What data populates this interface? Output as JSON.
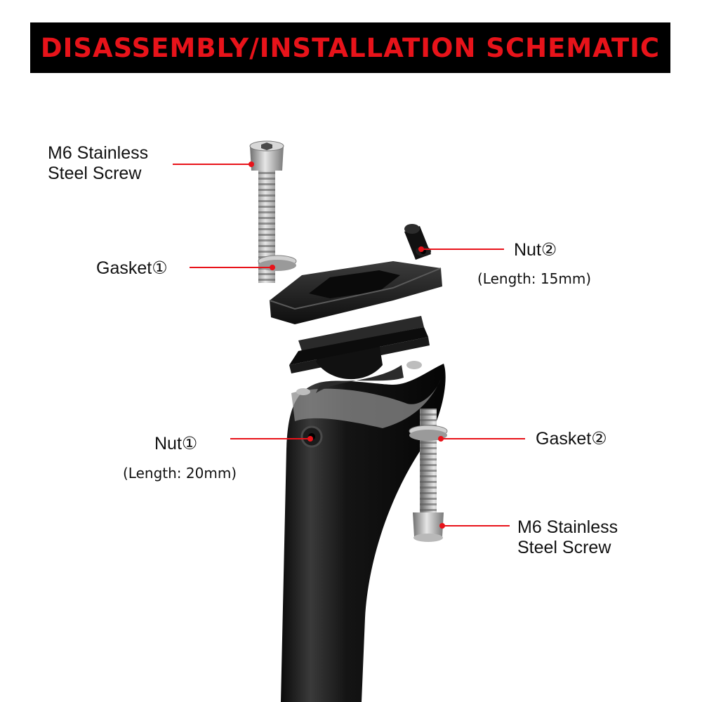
{
  "title": "DISASSEMBLY/INSTALLATION SCHEMATIC",
  "colors": {
    "banner_bg": "#000000",
    "banner_text": "#e8131a",
    "leader_line": "#e8131a",
    "label_text": "#111111"
  },
  "labels": {
    "screw_top": {
      "line1": "M6 Stainless",
      "line2": "Steel Screw"
    },
    "gasket1": "Gasket①",
    "nut2": {
      "name": "Nut②",
      "length": "(Length: 15mm)"
    },
    "nut1": {
      "name": "Nut①",
      "length": "(Length: 20mm)"
    },
    "gasket2": "Gasket②",
    "screw_bottom": {
      "line1": "M6 Stainless",
      "line2": "Steel Screw"
    }
  }
}
